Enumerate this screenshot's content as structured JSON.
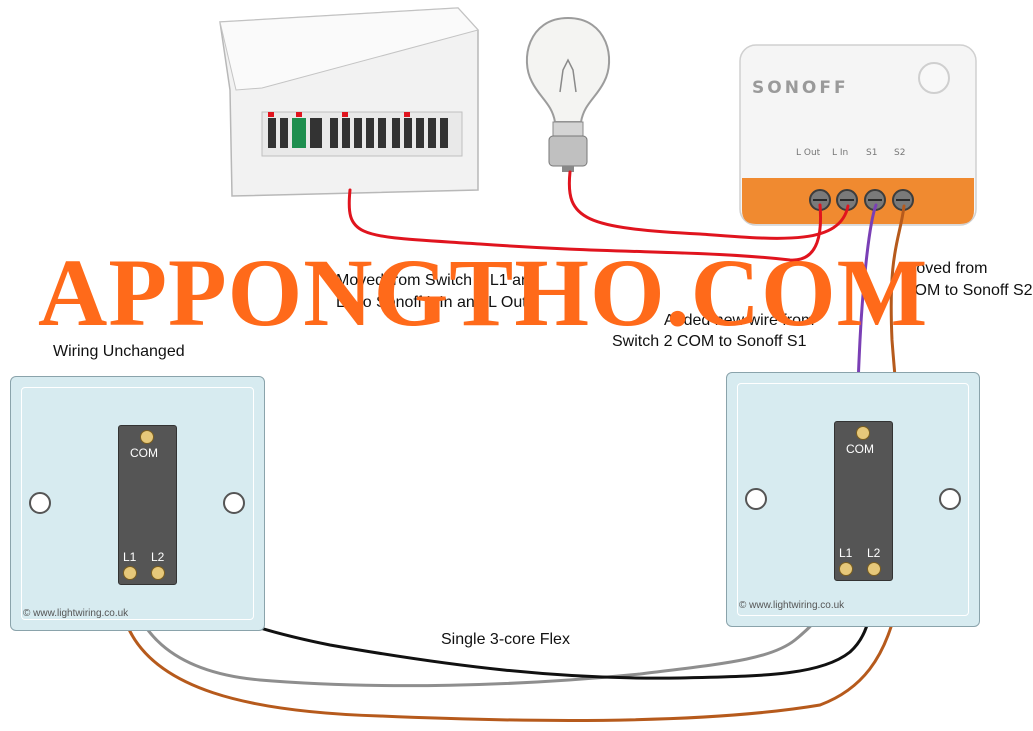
{
  "watermark": "APPONGTHO.COM",
  "labels": {
    "moved_switch2_line1": "Moved from Switch 2 L1 and",
    "moved_switch2_line2": "L2 to Sonoff L In and L Out",
    "added_wire_line1": "Added new wire from",
    "added_wire_line2": "Switch 2 COM to Sonoff S1",
    "moved_com_line1": "Moved from",
    "moved_com_line2": "COM to Sonoff S2",
    "wiring_unchanged": "Wiring Unchanged",
    "flex": "Single 3-core Flex"
  },
  "sonoff": {
    "brand": "SONOFF",
    "terminals": [
      "L Out",
      "L In",
      "S1",
      "S2"
    ]
  },
  "switch1": {
    "com": "COM",
    "l1": "L1",
    "l2": "L2",
    "credit": "© www.lightwiring.co.uk"
  },
  "switch2": {
    "com": "COM",
    "l1": "L1",
    "l2": "L2",
    "credit": "© www.lightwiring.co.uk"
  },
  "colors": {
    "red": "#e0141e",
    "purple": "#7a3fb5",
    "brown": "#b65a1c",
    "grey": "#8e8e8e",
    "black": "#111111",
    "sonoff_orange": "#f08a30",
    "watermark": "#ff6a1a",
    "plate": "#d7ebf0"
  }
}
